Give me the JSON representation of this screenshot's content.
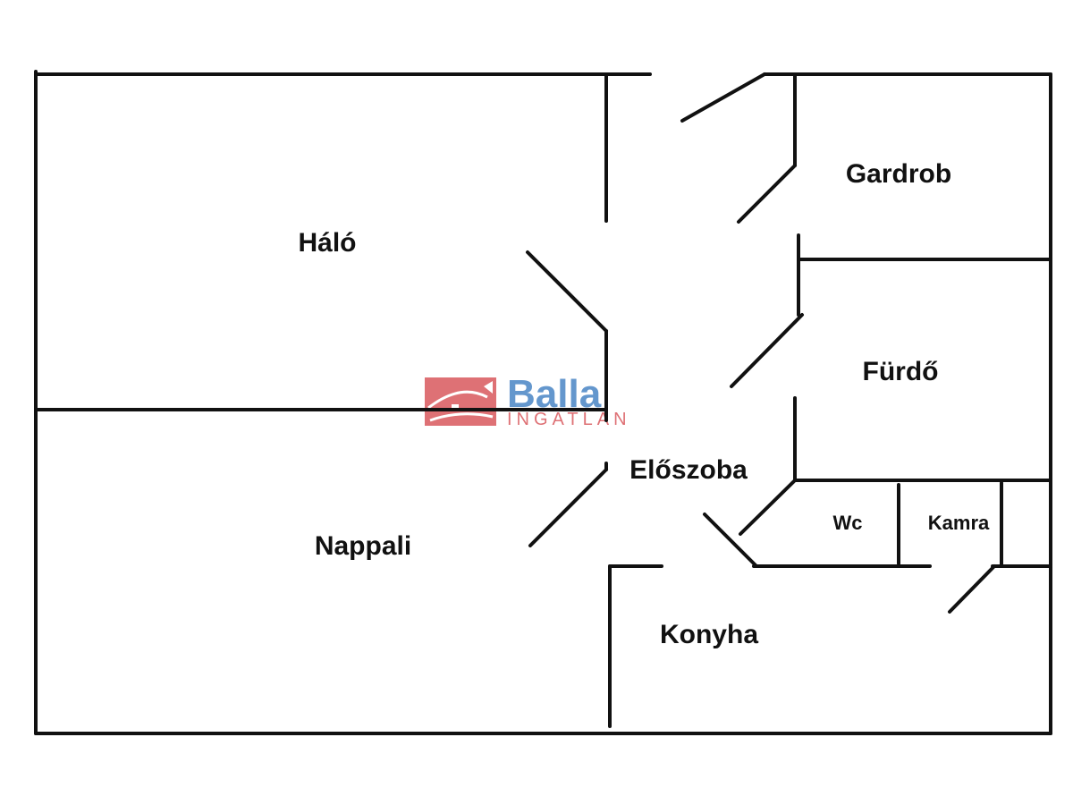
{
  "rooms": {
    "halo": "Háló",
    "nappali": "Nappali",
    "eloszoba": "Előszoba",
    "gardrob": "Gardrob",
    "furdo": "Fürdő",
    "wc": "Wc",
    "kamra": "Kamra",
    "konyha": "Konyha"
  },
  "logo": {
    "name": "Balla",
    "sub": "INGATLAN",
    "colors": {
      "red": "#d9595e",
      "blue": "#4a86c5"
    }
  }
}
